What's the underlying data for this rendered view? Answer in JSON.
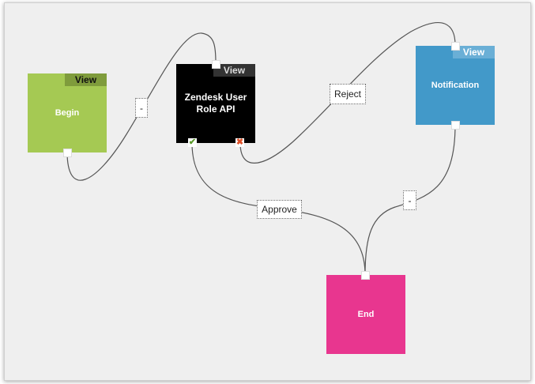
{
  "nodes": {
    "begin": {
      "title": "Begin",
      "view_label": "View",
      "color": "#a5c953"
    },
    "zendesk": {
      "title": "Zendesk User Role API",
      "view_label": "View",
      "color": "#000000"
    },
    "notification": {
      "title": "Notification",
      "view_label": "View",
      "color": "#4299c9"
    },
    "end": {
      "title": "End",
      "color": "#e8368f"
    }
  },
  "connections": {
    "begin_to_zendesk": "-",
    "reject": "Reject",
    "approve": "Approve",
    "notification_to_end": "-"
  }
}
